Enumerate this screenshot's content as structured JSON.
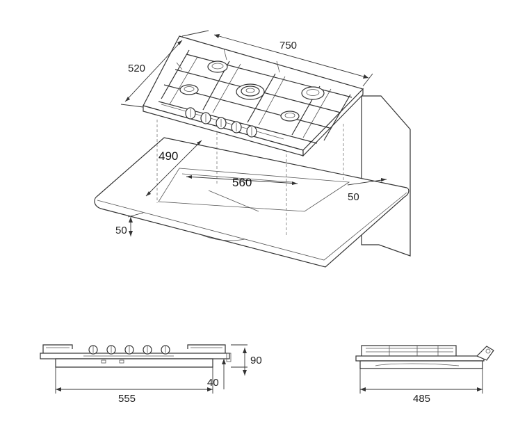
{
  "dimensions": {
    "width_top": "750",
    "depth_top": "520",
    "cutout_depth": "490",
    "cutout_width": "560",
    "back_clearance": "50",
    "front_clearance": "50",
    "height_total": "90",
    "height_below": "40",
    "front_width": "555",
    "side_depth": "485"
  }
}
